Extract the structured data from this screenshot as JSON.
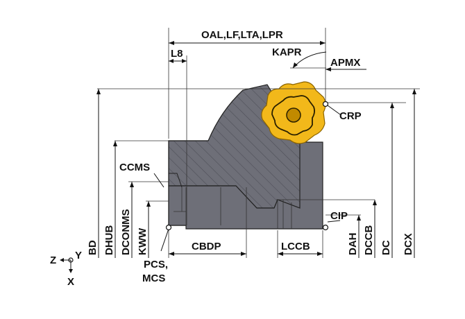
{
  "labels": {
    "oal": "OAL,LF,LTA,LPR",
    "l8": "L8",
    "kapr": "KAPR",
    "apmx": "APMX",
    "crp": "CRP",
    "ccms": "CCMS",
    "cip": "CIP",
    "cbdp": "CBDP",
    "lccb": "LCCB",
    "bd": "BD",
    "dhub": "DHUB",
    "dconms": "DCONMS",
    "kww": "KWW",
    "dah": "DAH",
    "dccb": "DCCB",
    "dc": "DC",
    "dcx": "DCX",
    "pcs": "PCS,",
    "mcs": "MCS",
    "axis_z": "Z",
    "axis_y": "Y",
    "axis_x": "X"
  },
  "colors": {
    "body": "#6e6f78",
    "hatch": "#4d4e56",
    "insert": "#f2b81a",
    "insert_dark": "#c18a00",
    "line": "#111111"
  }
}
